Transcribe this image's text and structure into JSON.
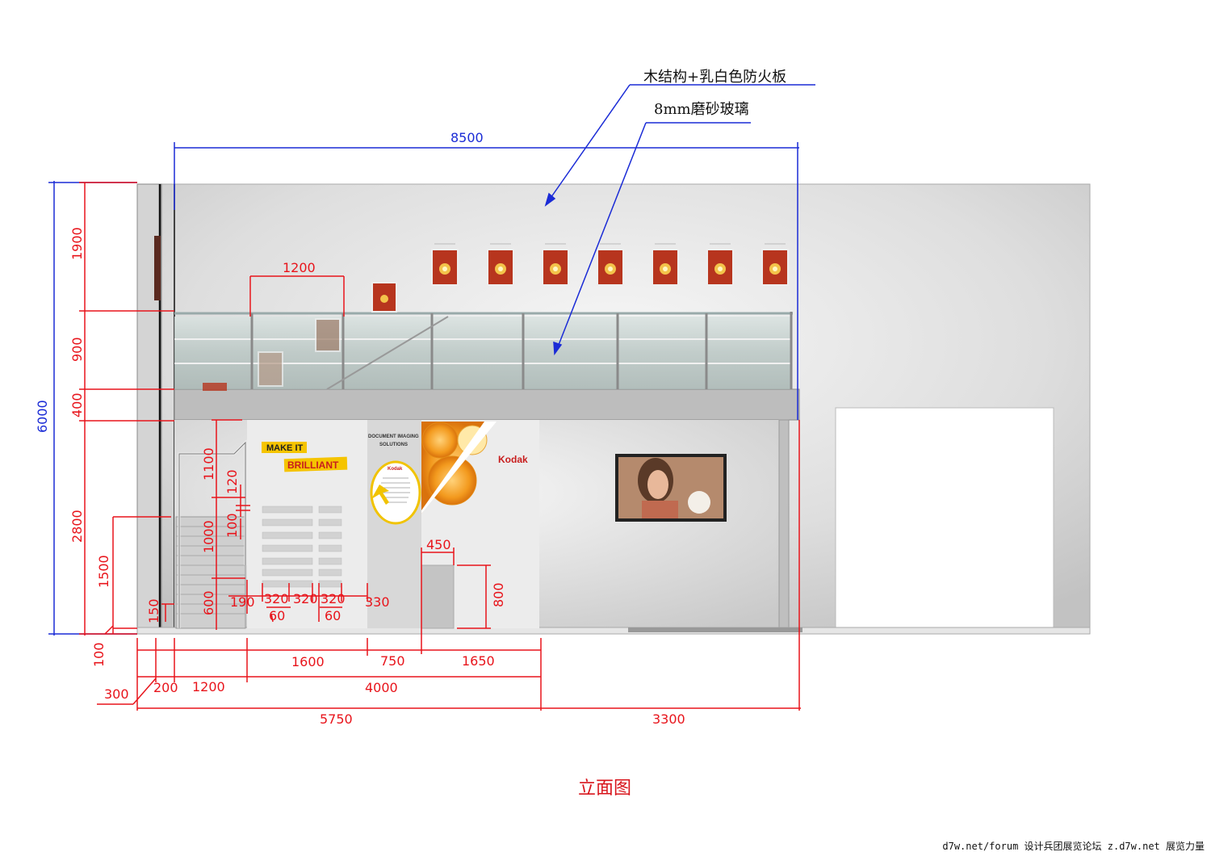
{
  "callouts": {
    "top": "木结构+乳白色防火板",
    "glass": "8mm磨砂玻璃"
  },
  "dims": {
    "overall_width": "8500",
    "railing_gap": "1200",
    "left_1900": "1900",
    "left_900": "900",
    "left_400": "400",
    "left_6000": "6000",
    "left_2800": "2800",
    "left_1500": "1500",
    "left_150": "150",
    "left_100": "100",
    "stair_1100": "1100",
    "stair_1000": "1000",
    "stair_600": "600",
    "grid_120": "120",
    "grid_100": "100",
    "grid_190": "190",
    "grid_320a": "320",
    "grid_320b": "320",
    "grid_320c": "320",
    "grid_330": "330",
    "grid_60a": "60",
    "grid_60b": "60",
    "box_450": "450",
    "box_800": "800",
    "bot_1600": "1600",
    "bot_750": "750",
    "bot_1650": "1650",
    "bot_300": "300",
    "bot_200": "200",
    "bot_1200": "1200",
    "bot_4000": "4000",
    "bot_5750": "5750",
    "bot_3300": "3300"
  },
  "graphics": {
    "make_it": "MAKE IT",
    "brilliant": "BRILLIANT",
    "doc_imaging_1": "DOCUMENT IMAGING",
    "doc_imaging_2": "SOLUTIONS",
    "kodak": "Kodak",
    "kodak_small": "Kodak"
  },
  "caption": "立面图",
  "footer": "d7w.net/forum 设计兵团展览论坛   z.d7w.net 展览力量"
}
